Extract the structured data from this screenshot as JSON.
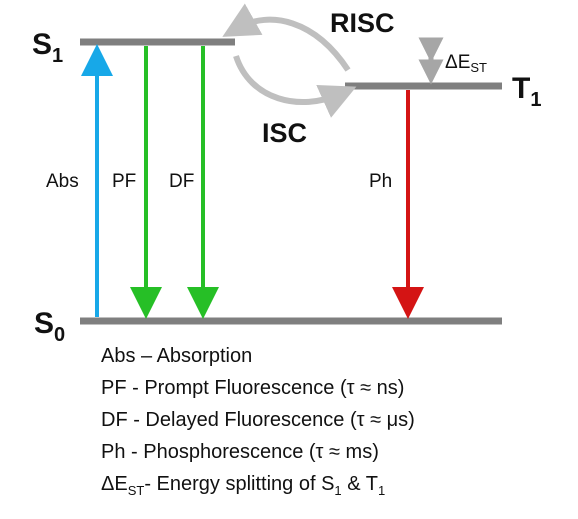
{
  "levels": {
    "s1": {
      "main": "S",
      "sub": "1"
    },
    "s0": {
      "main": "S",
      "sub": "0"
    },
    "t1": {
      "main": "T",
      "sub": "1"
    }
  },
  "processes": {
    "risc": "RISC",
    "isc": "ISC"
  },
  "gap": {
    "delta": "ΔE",
    "sub": "ST"
  },
  "transitions": {
    "abs": "Abs",
    "pf": "PF",
    "df": "DF",
    "ph": "Ph"
  },
  "legend": {
    "abs": "Abs – Absorption",
    "pf": "PF - Prompt Fluorescence (τ ≈ ns)",
    "df": "DF - Delayed Fluorescence (τ ≈ μs)",
    "ph": "Ph - Phosphorescence (τ ≈ ms)",
    "est_prefix": "ΔE",
    "est_sub": "ST",
    "est_mid": "- Energy splitting of S",
    "est_s_sub": "1",
    "est_amp": " & T",
    "est_t_sub": "1"
  },
  "colors": {
    "level": "#7f7f7f",
    "absorption": "#17a8e8",
    "fluorescence": "#26bf26",
    "phosphorescence": "#d41414",
    "crossing": "#bfbfbf"
  }
}
